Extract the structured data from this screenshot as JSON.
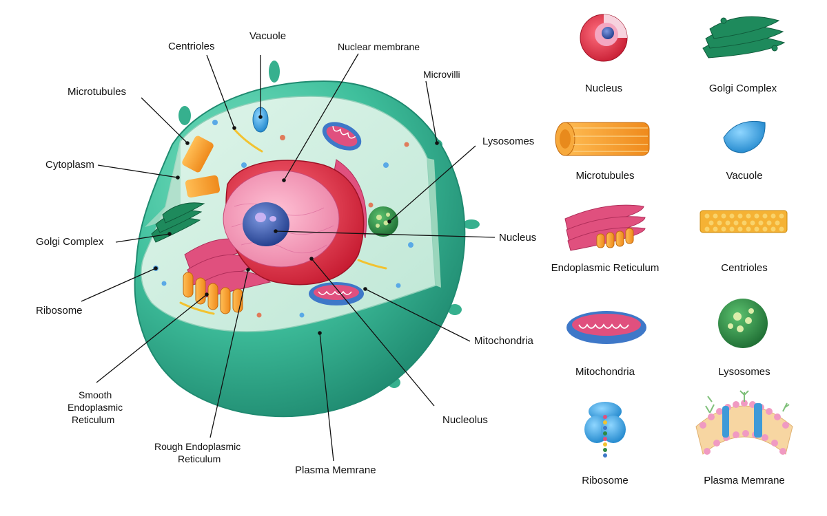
{
  "diagram": {
    "callouts": {
      "vacuole": "Vacuole",
      "centrioles": "Centrioles",
      "nuclear_membrane": "Nuclear membrane",
      "microvilli": "Microvilli",
      "microtubules": "Microtubules",
      "cytoplasm": "Cytoplasm",
      "lysosomes": "Lysosomes",
      "golgi_complex": "Golgi Complex",
      "nucleus": "Nucleus",
      "ribosome": "Ribosome",
      "mitochondria": "Mitochondria",
      "smooth_er_1": "Smooth",
      "smooth_er_2": "Endoplasmic",
      "smooth_er_3": "Reticulum",
      "nucleolus": "Nucleolus",
      "rough_er_1": "Rough Endoplasmic",
      "rough_er_2": "Reticulum",
      "plasma_membrane": "Plasma Memrane"
    },
    "legend": [
      "Nucleus",
      "Golgi Complex",
      "Microtubules",
      "Vacuole",
      "Endoplasmic Reticulum",
      "Centrioles",
      "Mitochondria",
      "Lysosomes",
      "Ribosome",
      "Plasma Memrane"
    ]
  },
  "colors": {
    "cell_teal": "#3fbf9c",
    "cytoplasm": "#cfeee0",
    "nuclear_envelope": "#e0334a",
    "nucleus_pink": "#f59ab8",
    "nucleolus_blue": "#3355a8",
    "organelle_pink": "#e0507e",
    "microtubule_orange": "#f59a2a",
    "vacuole_blue": "#2a9ee0",
    "lysosome_green": "#2e8a44",
    "golgi_green": "#1e8a5c"
  }
}
